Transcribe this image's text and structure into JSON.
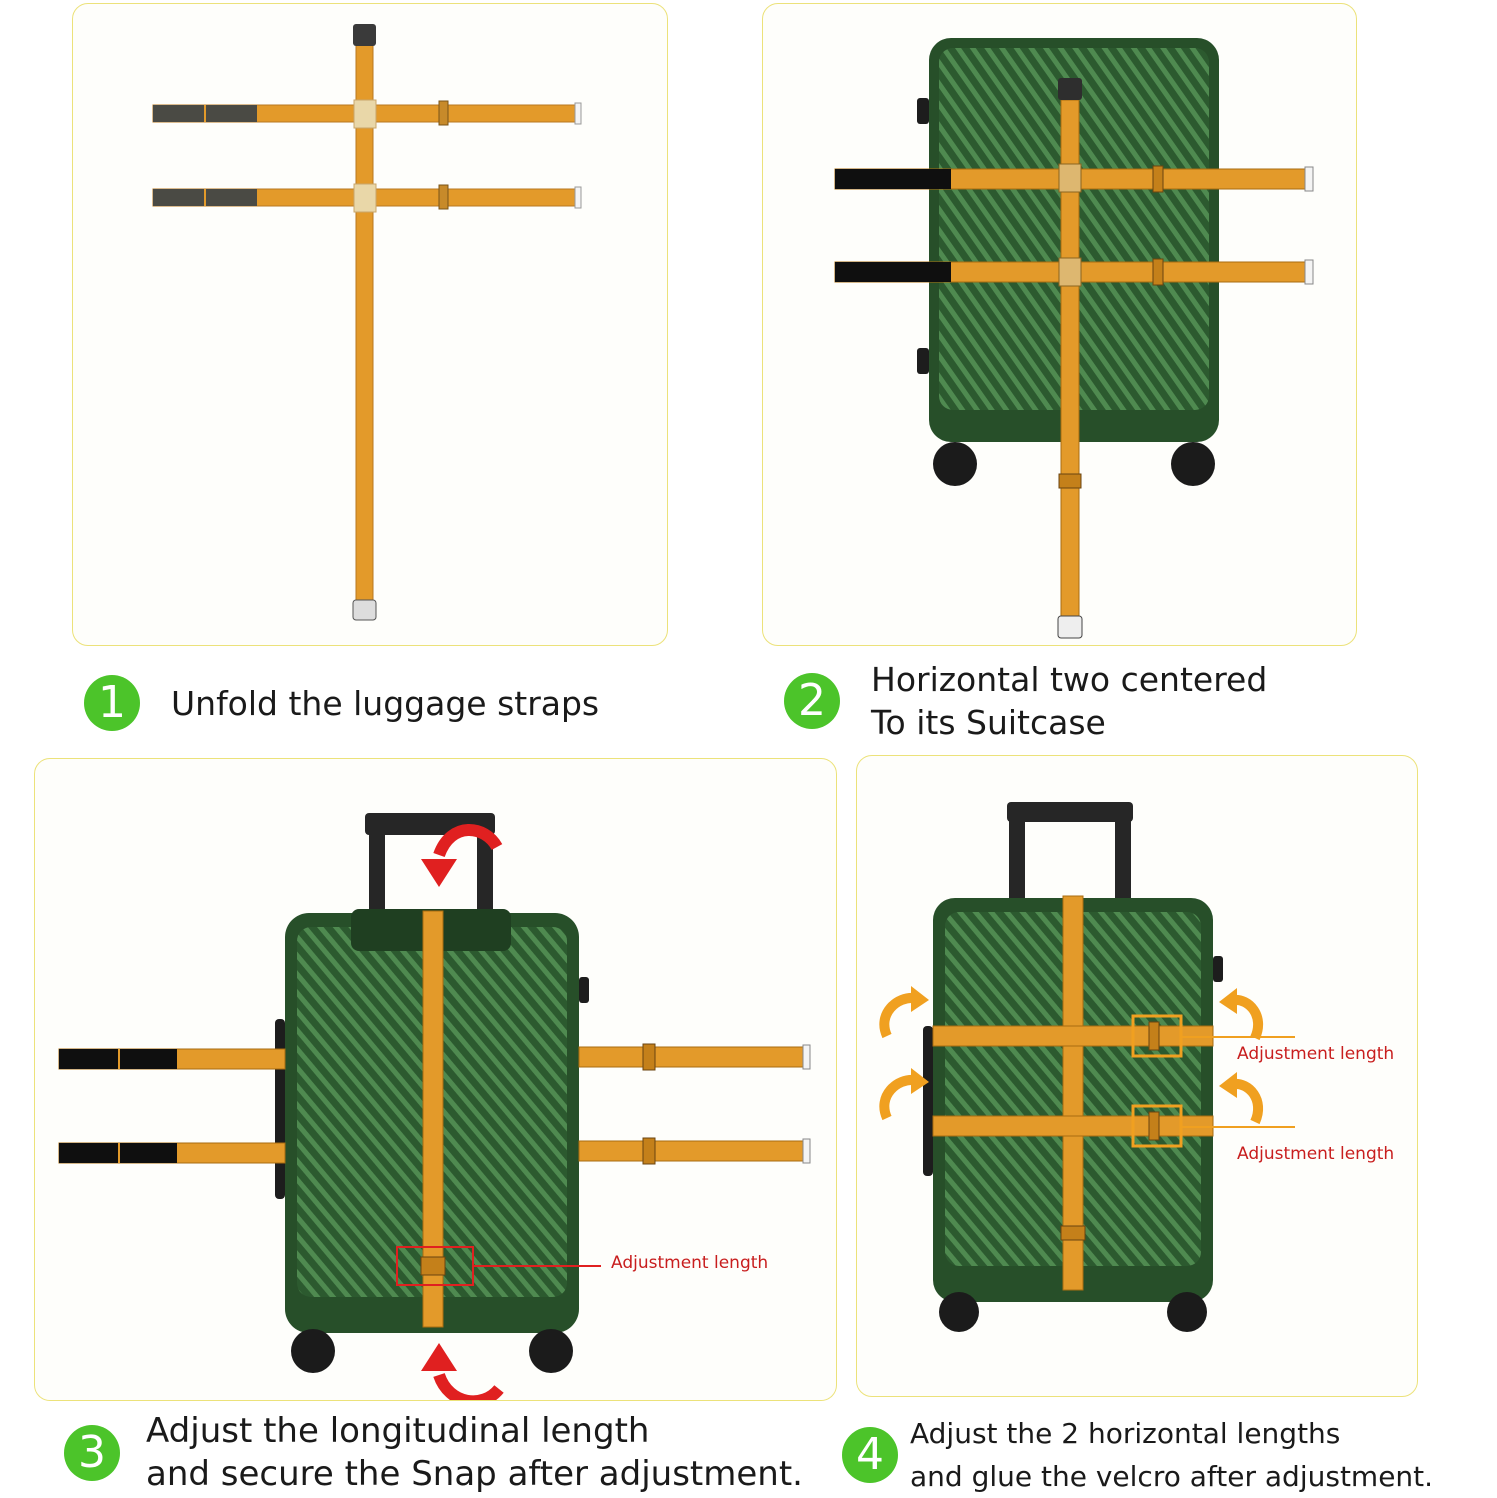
{
  "colors": {
    "strap": "#e39a2a",
    "velcro": "#111111",
    "suitcase": "#2f5d32",
    "badge": "#4cc42a",
    "arrow_red": "#e02020",
    "arrow_orange": "#f0a020",
    "panel_border": "#ece27a"
  },
  "steps": [
    {
      "number": "1",
      "lines": [
        "Unfold the luggage straps"
      ]
    },
    {
      "number": "2",
      "lines": [
        "Horizontal two centered",
        "To its Suitcase"
      ]
    },
    {
      "number": "3",
      "lines": [
        "Adjust the longitudinal length",
        "and secure the Snap after adjustment."
      ]
    },
    {
      "number": "4",
      "lines": [
        "Adjust the 2 horizontal lengths",
        "and glue the velcro after adjustment."
      ]
    }
  ],
  "labels": {
    "adjustment_length": "Adjustment length"
  },
  "icons": [
    "rotate-arrow-icon",
    "curved-arrow-icon"
  ]
}
